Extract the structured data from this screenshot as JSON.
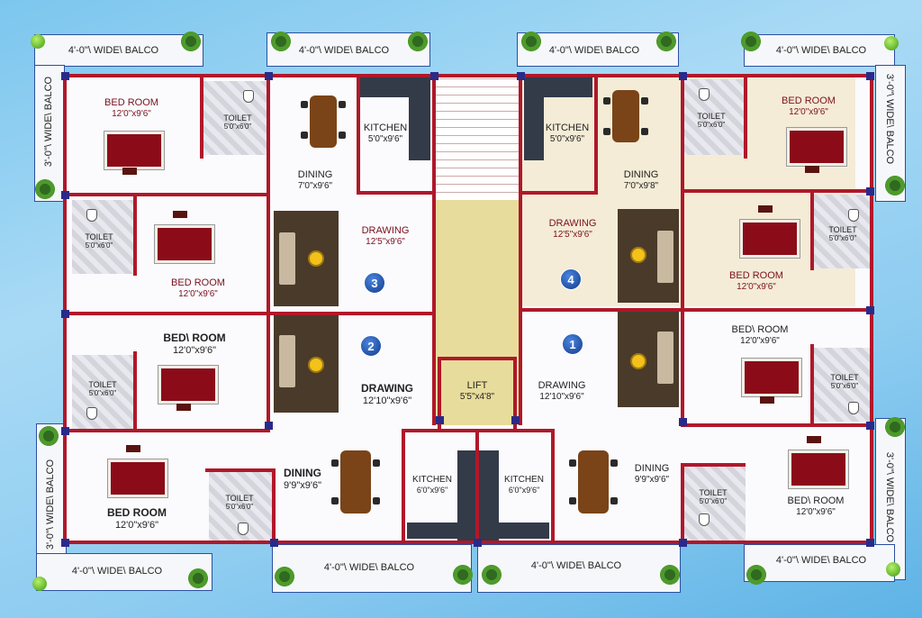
{
  "colors": {
    "wall": "#b0182a",
    "column": "#2a2a8a",
    "bed": "#8b0c18",
    "lift": "#e8dc9c",
    "sky": "#8ccbf0",
    "unit_badge": "#1a4ca0"
  },
  "balconies": [
    {
      "id": "top-1",
      "text": "4'-0\"\\ WIDE\\ BALCO"
    },
    {
      "id": "top-2",
      "text": "4'-0\"\\ WIDE\\ BALCO"
    },
    {
      "id": "top-3",
      "text": "4'-0\"\\ WIDE\\ BALCO"
    },
    {
      "id": "top-4",
      "text": "4'-0\"\\ WIDE\\ BALCO"
    },
    {
      "id": "left-1",
      "text": "3'-0\"\\ WIDE\\ BALCO"
    },
    {
      "id": "right-1",
      "text": "3'-0\"\\ WIDE\\ BALCO"
    },
    {
      "id": "left-2",
      "text": "3'-0\"\\ WIDE\\ BALCO"
    },
    {
      "id": "right-2",
      "text": "3'-0\"\\ WIDE\\ BALCO"
    },
    {
      "id": "bottom-1",
      "text": "4'-0\"\\ WIDE\\ BALCO"
    },
    {
      "id": "bottom-2",
      "text": "4'-0\"\\ WIDE\\ BALCO"
    },
    {
      "id": "bottom-3",
      "text": "4'-0\"\\ WIDE\\ BALCO"
    },
    {
      "id": "bottom-4",
      "text": "4'-0\"\\ WIDE\\ BALCO"
    }
  ],
  "rooms": [
    {
      "name": "BED ROOM",
      "dim": "12'0\"x9'6\""
    },
    {
      "name": "TOILET",
      "dim": "5'0\"x6'0\""
    },
    {
      "name": "DINING",
      "dim": "7'0\"x9'6\""
    },
    {
      "name": "KITCHEN",
      "dim": "5'0\"x9'6\""
    },
    {
      "name": "KITCHEN",
      "dim": "5'0\"x9'6\""
    },
    {
      "name": "DINING",
      "dim": "7'0\"x9'8\""
    },
    {
      "name": "TOILET",
      "dim": "5'0\"x6'0\""
    },
    {
      "name": "BED ROOM",
      "dim": "12'0\"x9'6\""
    },
    {
      "name": "TOILET",
      "dim": "5'0\"x6'0\""
    },
    {
      "name": "BED ROOM",
      "dim": "12'0\"x9'6\""
    },
    {
      "name": "DRAWING",
      "dim": "12'5\"x9'6\""
    },
    {
      "name": "DRAWING",
      "dim": "12'5\"x9'6\""
    },
    {
      "name": "TOILET",
      "dim": "5'0\"x6'0\""
    },
    {
      "name": "BED ROOM",
      "dim": "12'0\"x9'6\""
    },
    {
      "name": "BED\\ ROOM",
      "dim": "12'0\"x9'6\""
    },
    {
      "name": "TOILET",
      "dim": "5'0\"x6'0\""
    },
    {
      "name": "DRAWING",
      "dim": "12'10\"x9'6\""
    },
    {
      "name": "LIFT",
      "dim": "5'5\"x4'8\""
    },
    {
      "name": "DRAWING",
      "dim": "12'10\"x9'6\""
    },
    {
      "name": "BED\\ ROOM",
      "dim": "12'0\"x9'6\""
    },
    {
      "name": "TOILET",
      "dim": "5'0\"x6'0\""
    },
    {
      "name": "BED ROOM",
      "dim": "12'0\"x9'6\""
    },
    {
      "name": "TOILET",
      "dim": "5'0\"x6'0\""
    },
    {
      "name": "DINING",
      "dim": "9'9\"x9'6\""
    },
    {
      "name": "KITCHEN",
      "dim": "6'0\"x9'6\""
    },
    {
      "name": "KITCHEN",
      "dim": "6'0\"x9'6\""
    },
    {
      "name": "DINING",
      "dim": "9'9\"x9'6\""
    },
    {
      "name": "TOILET",
      "dim": "5'0\"x6'0\""
    },
    {
      "name": "BED\\ ROOM",
      "dim": "12'0\"x9'6\""
    }
  ],
  "units": [
    "1",
    "2",
    "3",
    "4"
  ]
}
